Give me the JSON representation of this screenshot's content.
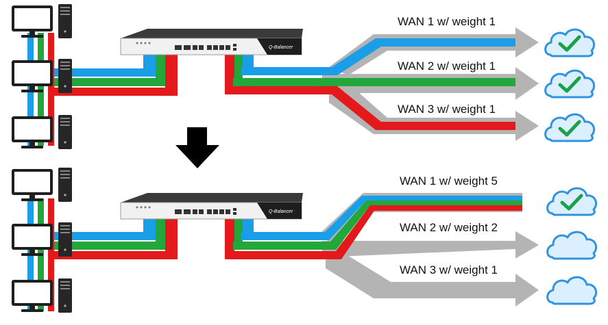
{
  "colors": {
    "background": "#ffffff",
    "blue": "#1b9ee8",
    "green": "#22a83a",
    "red": "#e3191c",
    "arrow_gray": "#b4b4b4",
    "cloud_fill": "#dcefff",
    "cloud_stroke": "#2f93e0",
    "check": "#19a24a",
    "down_arrow": "#000000",
    "device_dark": "#2a2a2a"
  },
  "brand": {
    "text": "Q-Balancer"
  },
  "top_scenario": {
    "wans": [
      {
        "label": "WAN 1 w/ weight 1",
        "icon": "cloud-check-icon",
        "active": true
      },
      {
        "label": "WAN 2 w/ weight 1",
        "icon": "cloud-check-icon",
        "active": true
      },
      {
        "label": "WAN 3 w/ weight 1",
        "icon": "cloud-check-icon",
        "active": true
      }
    ]
  },
  "transition": {
    "icon": "down-arrow-icon"
  },
  "bottom_scenario": {
    "wans": [
      {
        "label": "WAN 1 w/ weight 5",
        "icon": "cloud-check-icon",
        "active": true
      },
      {
        "label": "WAN 2 w/ weight 2",
        "icon": "cloud-icon",
        "active": false
      },
      {
        "label": "WAN 3 w/ weight 1",
        "icon": "cloud-icon",
        "active": false
      }
    ]
  }
}
